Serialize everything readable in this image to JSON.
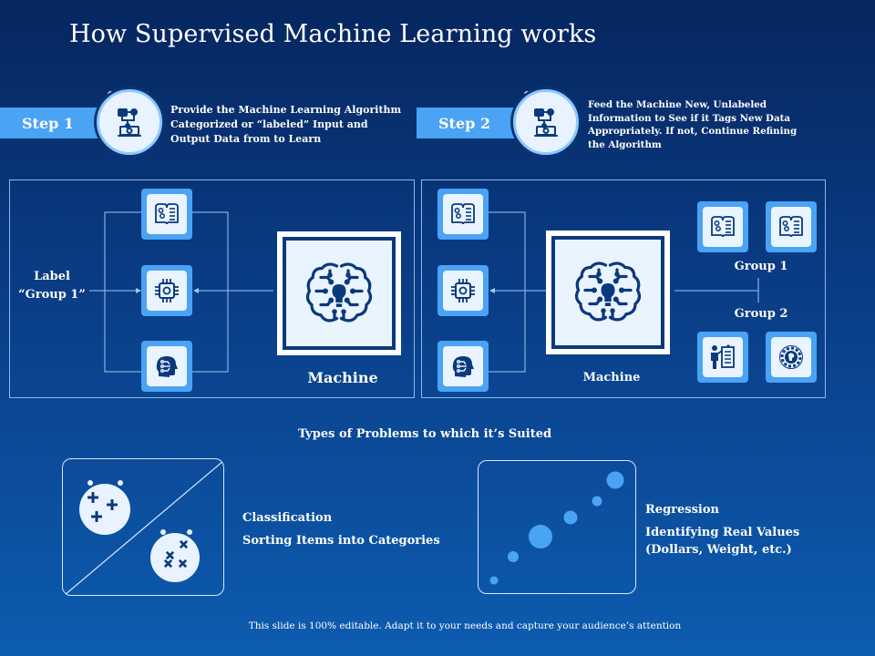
{
  "title": "How Supervised Machine Learning works",
  "step1": {
    "label": "Step 1",
    "text": "Provide the Machine Learning Algorithm Categorized or “labeled” Input and Output Data from to Learn"
  },
  "step2": {
    "label": "Step 2",
    "text": "Feed the Machine New, Unlabeled Information to See if it Tags New Data Appropriately. If not, Continue Refining the Algorithm"
  },
  "left_panel": {
    "label_line1": "Label",
    "label_line2": "“Group 1”",
    "machine_label": "Machine"
  },
  "right_panel": {
    "group1_label": "Group 1",
    "group2_label": "Group 2",
    "machine_label": "Machine"
  },
  "problems": {
    "heading": "Types of Problems to which it’s Suited",
    "classification_title": "Classification",
    "classification_desc": "Sorting Items into Categories",
    "regression_title": "Regression",
    "regression_desc_line1": "Identifying Real Values",
    "regression_desc_line2": "(Dollars, Weight, etc.)"
  },
  "footer": "This slide is 100% editable. Adapt it to your needs and capture your audience’s attention",
  "colors": {
    "accent": "#4aa3f5",
    "tile_bg": "#eaf4ff",
    "icon": "#0b3a7c"
  }
}
